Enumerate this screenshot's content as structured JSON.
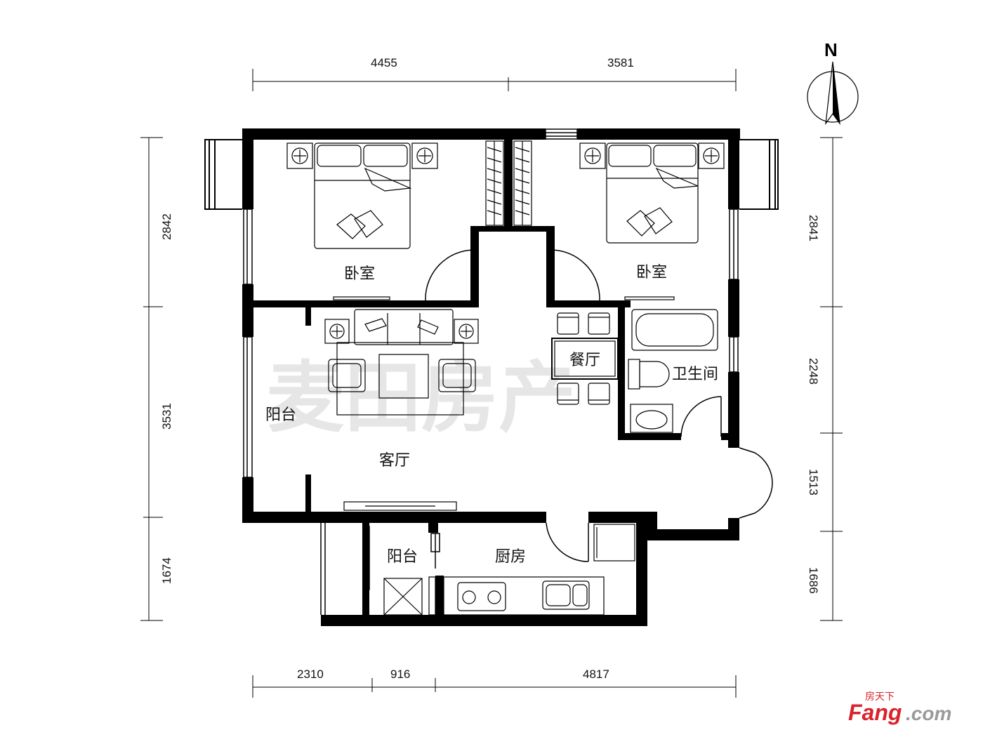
{
  "rooms": {
    "bedroom_left": "卧室",
    "bedroom_right": "卧室",
    "dining": "餐厅",
    "bathroom": "卫生间",
    "balcony_main": "阳台",
    "living": "客厅",
    "balcony_kitchen": "阳台",
    "kitchen": "厨房"
  },
  "dimensions": {
    "top": [
      "4455",
      "3581"
    ],
    "bottom": [
      "2310",
      "916",
      "4817"
    ],
    "left": [
      "2842",
      "3531",
      "1674"
    ],
    "right": [
      "2841",
      "2248",
      "1513",
      "1686"
    ]
  },
  "compass": {
    "label": "N"
  },
  "watermark": {
    "text": "麦田房产"
  },
  "logo": {
    "top": "房天下",
    "main": "Fang",
    "suffix": ".com"
  },
  "colors": {
    "wall": "#000000",
    "watermark": "#e6e6e6",
    "logo_red": "#d9232d",
    "logo_gray": "#9a9a9a"
  }
}
